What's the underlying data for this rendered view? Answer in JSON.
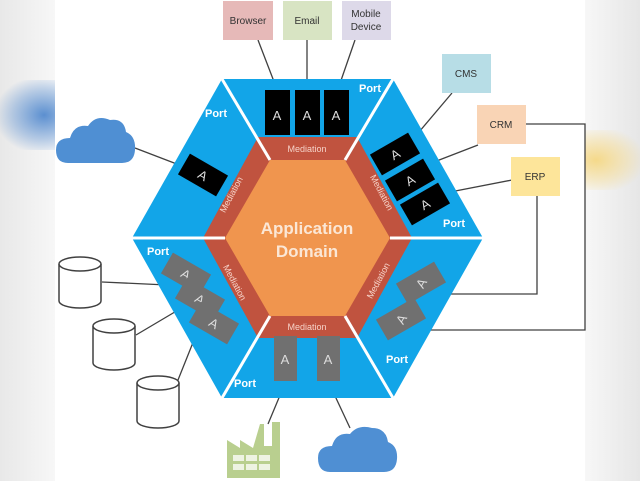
{
  "core": {
    "line1": "Application",
    "line2": "Domain"
  },
  "colors": {
    "port": "#12a5e8",
    "mediation": "#c0533f",
    "core": "#f0954e",
    "adapter_black": "#000000",
    "adapter_gray": "#707070",
    "cloud": "#4f8fd3",
    "factory": "#b9cf8f",
    "browser": "#e6b9b8",
    "email": "#d8e4c3",
    "mobile": "#ddd9e9",
    "cms": "#b7dde6",
    "crm": "#f9d4b5",
    "erp": "#fde59a"
  },
  "labels": {
    "port": "Port",
    "mediation": "Mediation",
    "adapter": "A"
  },
  "clients": {
    "browser": "Browser",
    "email": "Email",
    "mobile_line1": "Mobile",
    "mobile_line2": "Device"
  },
  "systems": {
    "cms": "CMS",
    "crm": "CRM",
    "erp": "ERP"
  }
}
